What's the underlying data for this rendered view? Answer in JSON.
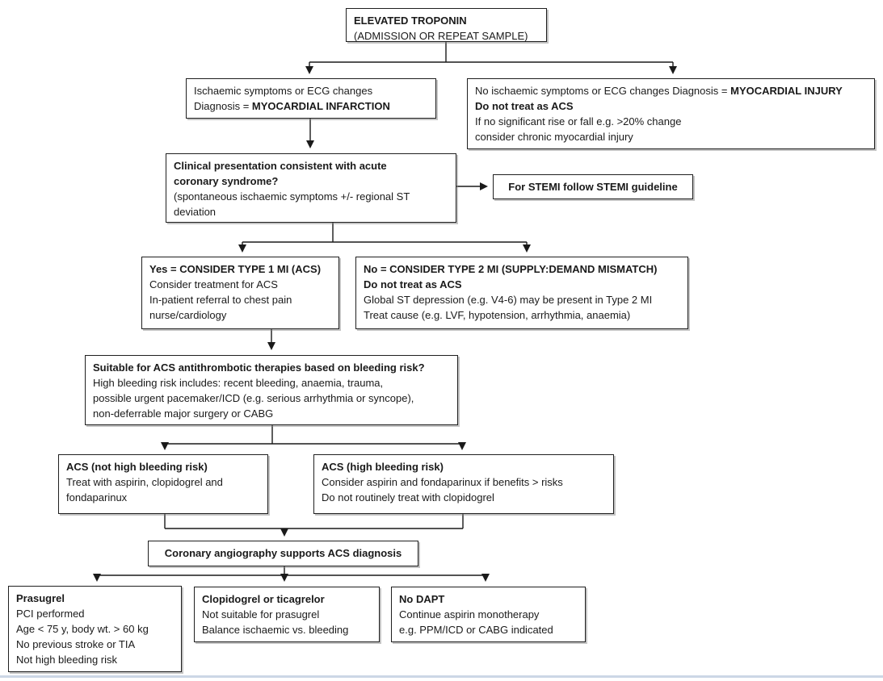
{
  "nodes": {
    "elevated_troponin": {
      "title": "ELEVATED TROPONIN",
      "line2": "(ADMISSION OR REPEAT SAMPLE)"
    },
    "myocardial_infarction": {
      "line1": "Ischaemic symptoms or ECG changes",
      "line2_prefix": "Diagnosis = ",
      "line2_bold": "MYOCARDIAL INFARCTION"
    },
    "myocardial_injury": {
      "line1_prefix": "No ischaemic symptoms or ECG changes Diagnosis = ",
      "line1_bold": "MYOCARDIAL INJURY",
      "line2": "Do not treat as ACS",
      "line3": "If no significant rise or fall e.g. >20% change",
      "line4": "consider chronic myocardial injury"
    },
    "clinical_presentation": {
      "title_line1": "Clinical presentation consistent with acute",
      "title_line2": "coronary syndrome?",
      "line3": "(spontaneous ischaemic symptoms +/- regional ST",
      "line4": "deviation"
    },
    "stemi": {
      "title": "For STEMI follow STEMI guideline"
    },
    "type1_mi": {
      "title": "Yes = CONSIDER TYPE 1 MI (ACS)",
      "line2": "Consider treatment for ACS",
      "line3": "In-patient referral to chest pain",
      "line4": "nurse/cardiology"
    },
    "type2_mi": {
      "title": "No = CONSIDER TYPE 2 MI (SUPPLY:DEMAND MISMATCH)",
      "line2": "Do not treat as ACS",
      "line3": "Global ST depression (e.g. V4-6) may be present in Type 2 MI",
      "line4": "Treat cause (e.g. LVF, hypotension, arrhythmia, anaemia)"
    },
    "bleeding_risk": {
      "title": "Suitable for ACS antithrombotic therapies based on bleeding risk?",
      "line2": "High bleeding risk includes: recent bleeding, anaemia, trauma,",
      "line3": "possible urgent pacemaker/ICD (e.g. serious arrhythmia or syncope),",
      "line4": "non-deferrable major surgery or CABG"
    },
    "acs_not_high_risk": {
      "title": "ACS (not high bleeding risk)",
      "line2": "Treat with aspirin, clopidogrel and",
      "line3": "fondaparinux"
    },
    "acs_high_risk": {
      "title": "ACS (high bleeding risk)",
      "line2": "Consider aspirin and fondaparinux if benefits > risks",
      "line3": "Do not routinely treat with clopidogrel"
    },
    "angiography": {
      "title": "Coronary angiography supports ACS diagnosis"
    },
    "prasugrel": {
      "title": "Prasugrel",
      "line2": "PCI performed",
      "line3": "Age < 75 y, body wt. > 60 kg",
      "line4": "No previous stroke or TIA",
      "line5": "Not high bleeding risk"
    },
    "clopidogrel_ticagrelor": {
      "title": "Clopidogrel or ticagrelor",
      "line2": "Not suitable for prasugrel",
      "line3": "Balance ischaemic vs. bleeding"
    },
    "no_dapt": {
      "title": "No DAPT",
      "line2": "Continue aspirin monotherapy",
      "line3": "e.g. PPM/ICD or CABG indicated"
    }
  },
  "colors": {
    "box_border": "#1f1f1f",
    "text": "#1a1a1a",
    "bottom_rule": "#ccd7e6"
  }
}
